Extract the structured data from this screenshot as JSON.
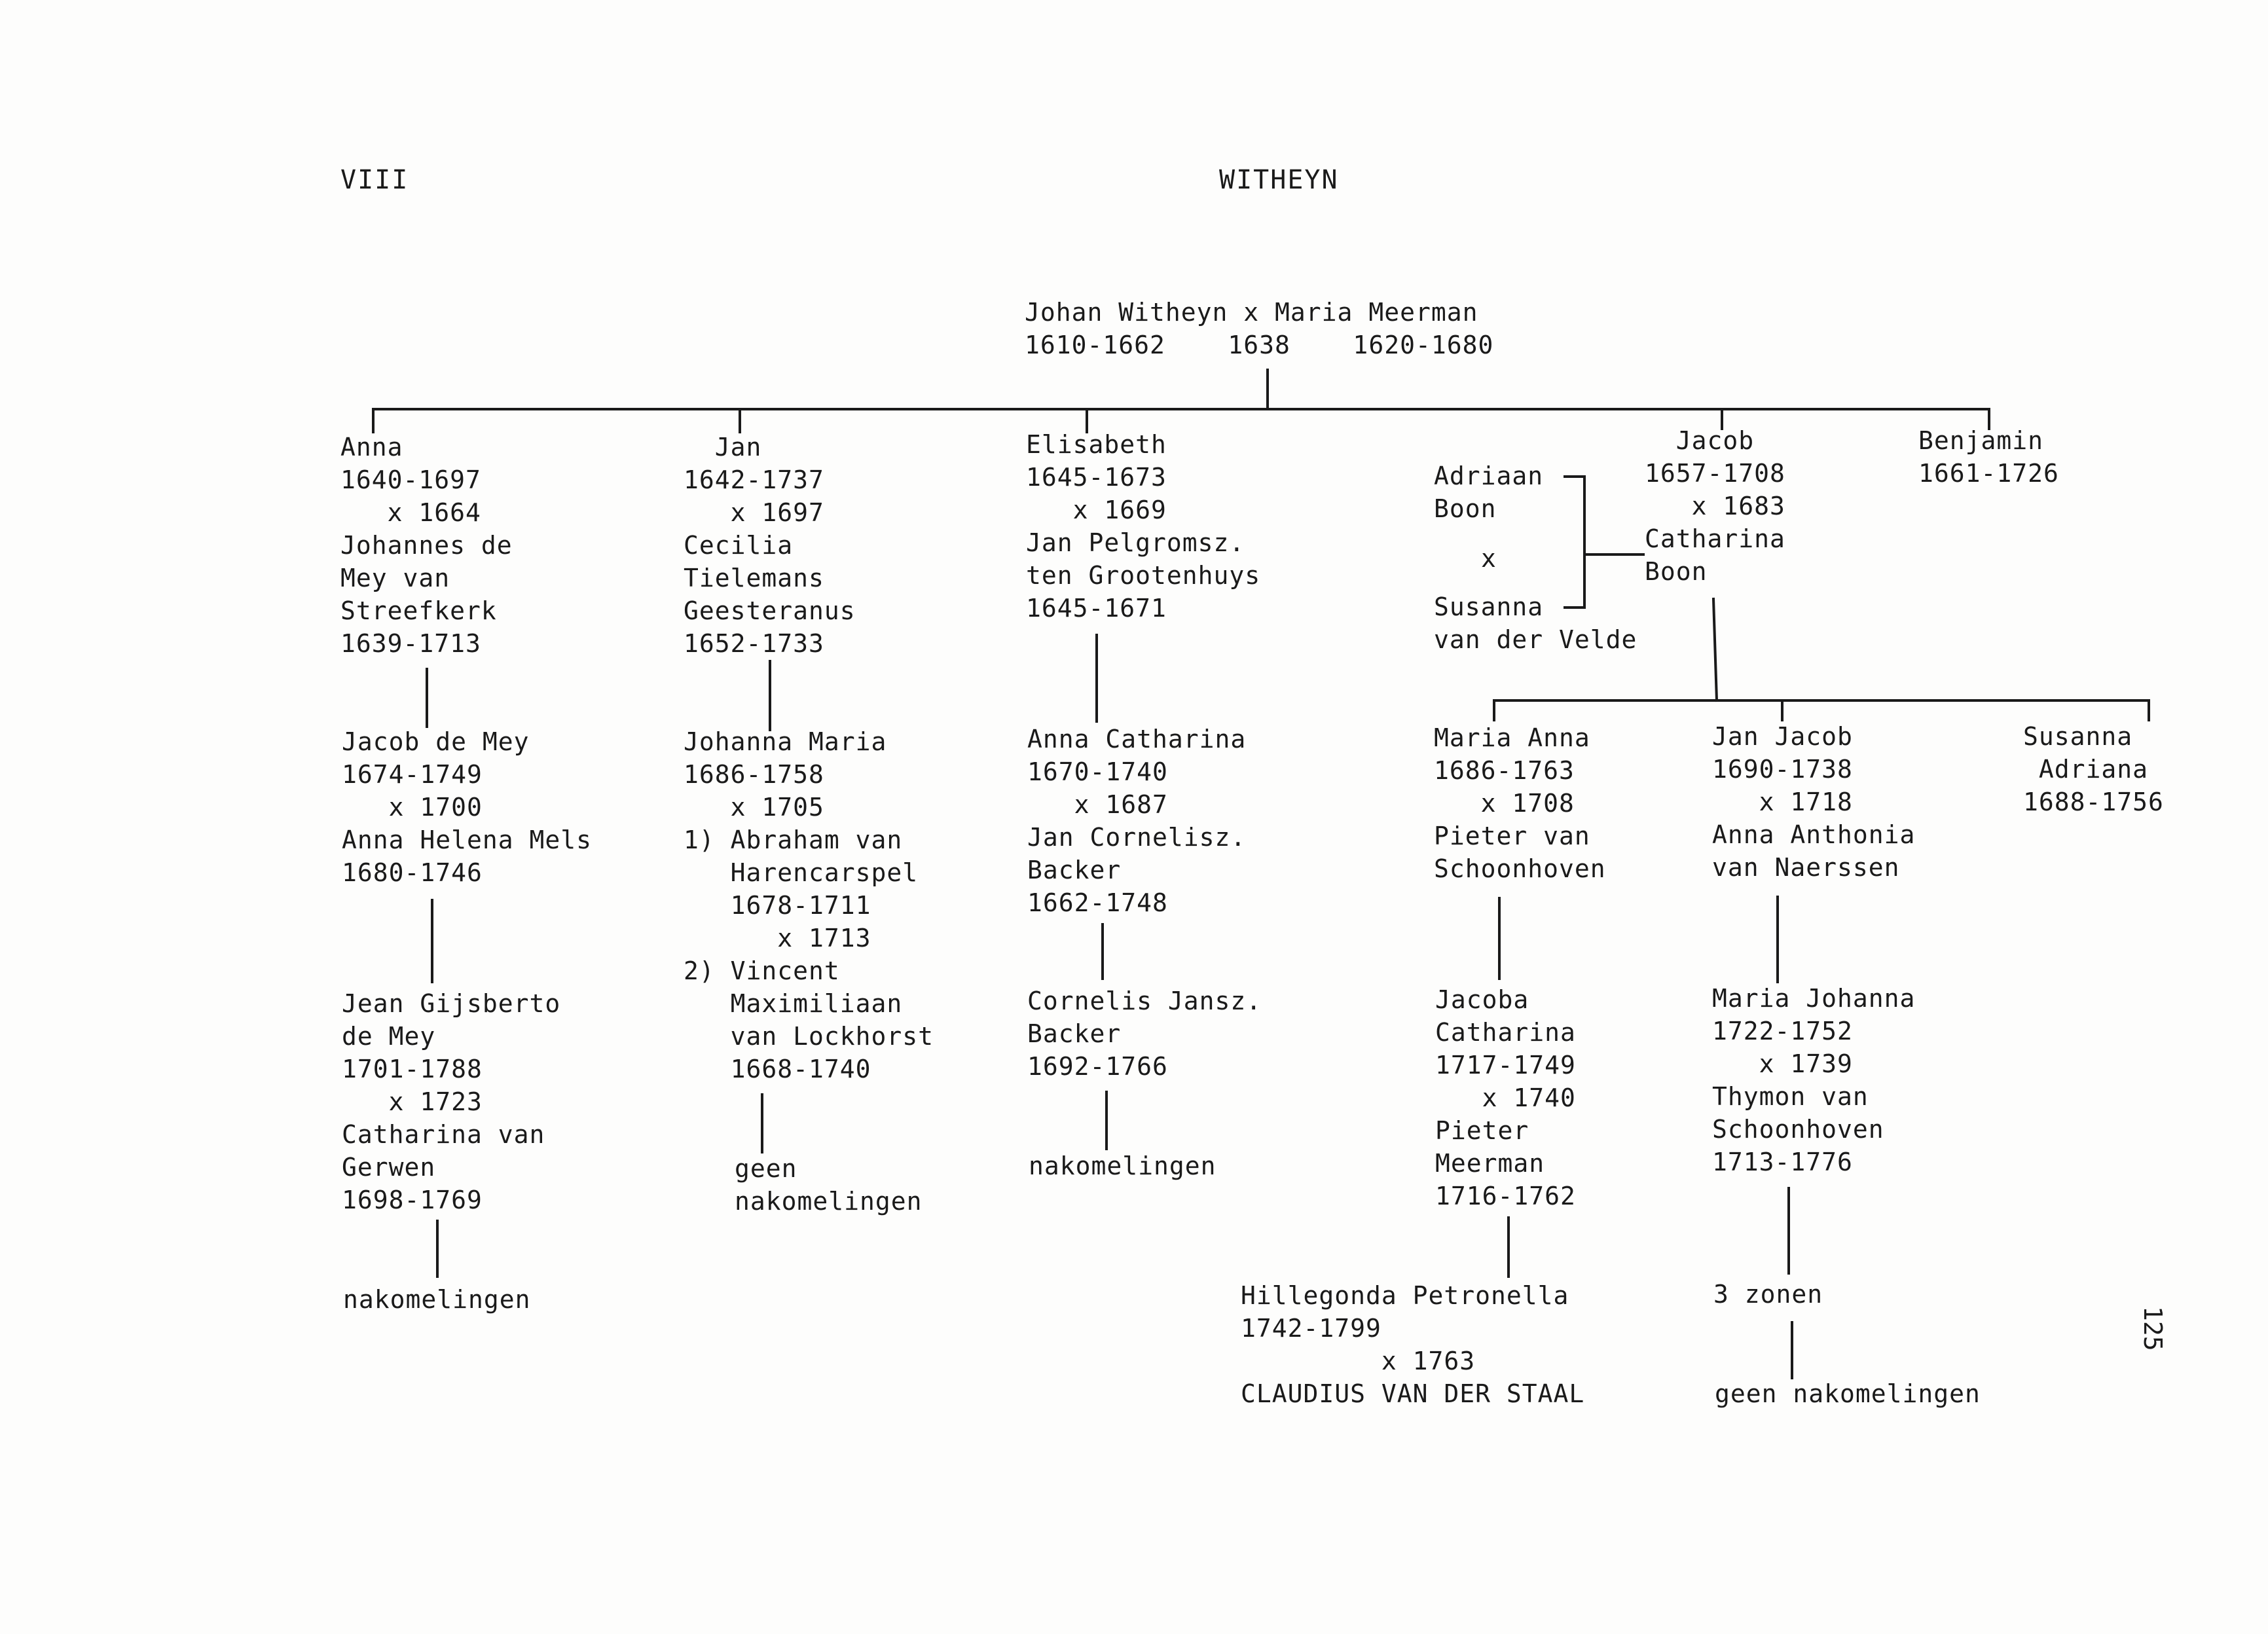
{
  "header": {
    "chapter": "VIII",
    "title": "WITHEYN"
  },
  "page_number": "125",
  "root": {
    "line1": "Johan Witheyn x Maria Meerman",
    "line2": "1610-1662    1638    1620-1680"
  },
  "anna": {
    "gen1": "Anna\n1640-1697\n   x 1664\nJohannes de\nMey van\nStreefkerk\n1639-1713",
    "gen2": "Jacob de Mey\n1674-1749\n   x 1700\nAnna Helena Mels\n1680-1746",
    "gen3": "Jean Gijsberto\nde Mey\n1701-1788\n   x 1723\nCatharina van\nGerwen\n1698-1769",
    "gen4": "nakomelingen"
  },
  "jan": {
    "gen1": "  Jan\n1642-1737\n   x 1697\nCecilia\nTielemans\nGeesteranus\n1652-1733",
    "gen2": "Johanna Maria\n1686-1758\n   x 1705\n1) Abraham van\n   Harencarspel\n   1678-1711\n      x 1713\n2) Vincent\n   Maximiliaan\n   van Lockhorst\n   1668-1740",
    "gen3": "geen\nnakomelingen"
  },
  "elisabeth": {
    "gen1": "Elisabeth\n1645-1673\n   x 1669\nJan Pelgromsz.\nten Grootenhuys\n1645-1671",
    "gen2": "Anna Catharina\n1670-1740\n   x 1687\nJan Cornelisz.\nBacker\n1662-1748",
    "gen3": "Cornelis Jansz.\nBacker\n1692-1766",
    "gen4": "nakomelingen"
  },
  "boon": {
    "father": "Adriaan\nBoon",
    "x": "x",
    "mother": "Susanna\nvan der Velde"
  },
  "jacob": {
    "gen1": "  Jacob\n1657-1708\n   x 1683\nCatharina\nBoon"
  },
  "benjamin": {
    "gen1": "Benjamin\n1661-1726"
  },
  "maria_anna": {
    "gen2": "Maria Anna\n1686-1763\n   x 1708\nPieter van\nSchoonhoven",
    "gen3": "Jacoba\nCatharina\n1717-1749\n   x 1740\nPieter\nMeerman\n1716-1762",
    "gen4": "Hillegonda Petronella\n1742-1799\n         x 1763\nCLAUDIUS VAN DER STAAL"
  },
  "jan_jacob": {
    "gen2": "Jan Jacob\n1690-1738\n   x 1718\nAnna Anthonia\nvan Naerssen",
    "gen3": "Maria Johanna\n1722-1752\n   x 1739\nThymon van\nSchoonhoven\n1713-1776",
    "gen4": "3 zonen",
    "gen5": "geen nakomelingen"
  },
  "susanna_adriana": {
    "gen2": "Susanna\n Adriana\n1688-1756"
  }
}
